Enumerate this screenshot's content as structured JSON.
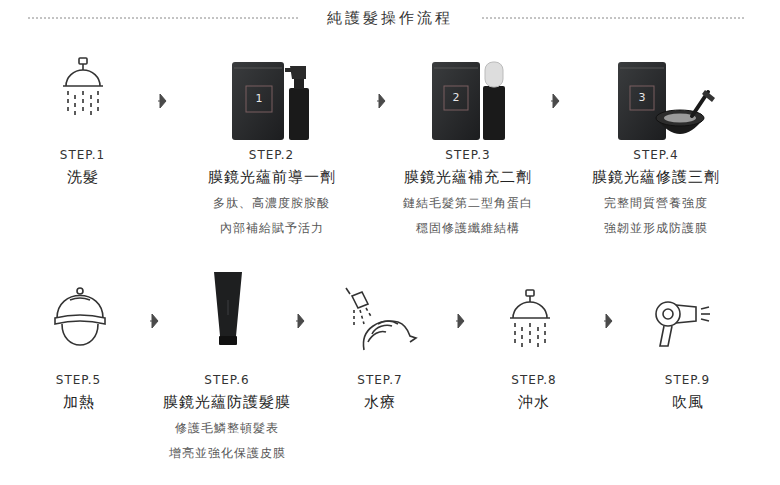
{
  "diagram": {
    "title": "純護髮操作流程",
    "nodes": [
      {
        "text": [
          "STEP.1",
          "洗髮"
        ]
      },
      {
        "text": [
          "STEP.2",
          "膜鏡光蘊前導一劑",
          "多肽、高濃度胺胺酸 內部補給賦予活力"
        ]
      },
      {
        "text": [
          "STEP.3",
          "膜鏡光蘊補充二劑",
          "鏈結毛髮第二型角蛋白 穩固修護纖維結構"
        ]
      },
      {
        "text": [
          "STEP.4",
          "膜鏡光蘊修護三劑",
          "完整間質營養強度 強韌並形成防護膜"
        ]
      },
      {
        "text": [
          "STEP.5",
          "加熱"
        ]
      },
      {
        "text": [
          "STEP.6",
          "膜鏡光蘊防護髮膜",
          "修護毛鱗整頓髮表 增亮並強化保護皮膜"
        ]
      },
      {
        "text": [
          "STEP.7",
          "水療"
        ]
      },
      {
        "text": [
          "STEP.8",
          "沖水"
        ]
      },
      {
        "text": [
          "STEP.9",
          "吹風"
        ]
      }
    ],
    "edges": [
      {
        "from": 0,
        "to": 1,
        "arrow": "to"
      },
      {
        "from": 1,
        "to": 2,
        "arrow": "to"
      },
      {
        "from": 2,
        "to": 3,
        "arrow": "to"
      },
      {
        "from": 4,
        "to": 5,
        "arrow": "to"
      },
      {
        "from": 5,
        "to": 6,
        "arrow": "to"
      },
      {
        "from": 6,
        "to": 7,
        "arrow": "to"
      },
      {
        "from": 7,
        "to": 8,
        "arrow": "to"
      }
    ],
    "labels": [
      "1",
      "2",
      "3"
    ]
  }
}
